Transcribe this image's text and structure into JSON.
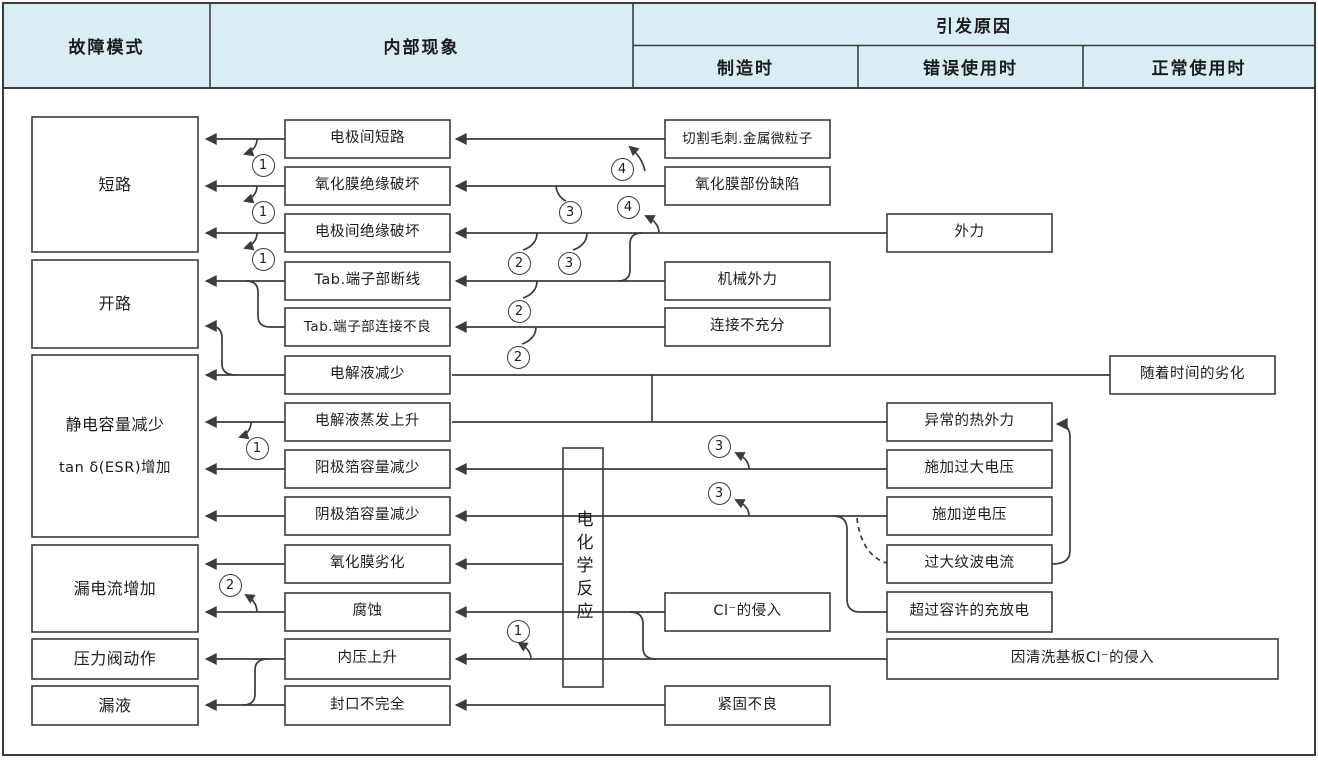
{
  "header": {
    "failure_mode": "故障模式",
    "internal": "内部现象",
    "cause": "引发原因",
    "manufacturing": "制造时",
    "misuse": "错误使用时",
    "normal": "正常使用时"
  },
  "failure_modes": {
    "short": "短路",
    "open": "开路",
    "cap_line1": "静电容量减少",
    "cap_line2": "tan δ(ESR)增加",
    "leak_current": "漏电流增加",
    "valve": "压力阀动作",
    "leak_liquid": "漏液"
  },
  "phenomena": {
    "p1": "电极间短路",
    "p2": "氧化膜绝缘破坏",
    "p3": "电极间绝缘破坏",
    "p4": "Tab.端子部断线",
    "p5": "Tab.端子部连接不良",
    "p6": "电解液减少",
    "p7": "电解液蒸发上升",
    "p8": "阳极箔容量减少",
    "p9": "阴极箔容量减少",
    "p10": "氧化膜劣化",
    "p11": "腐蚀",
    "p12": "内压上升",
    "p13": "封口不完全"
  },
  "hub": "电化学反应",
  "manufacturing_causes": {
    "m1": "切割毛刺.金属微粒子",
    "m2": "氧化膜部份缺陷",
    "m3": "机械外力",
    "m4": "连接不充分",
    "m5": "Cl⁻的侵入",
    "m6": "紧固不良"
  },
  "misuse_causes": {
    "u1": "外力",
    "u2": "异常的热外力",
    "u3": "施加过大电压",
    "u4": "施加逆电压",
    "u5": "过大纹波电流",
    "u6": "超过容许的充放电",
    "u7": "因清洗基板Cl⁻的侵入"
  },
  "normal_causes": {
    "n1": "随着时间的劣化"
  },
  "routes": {
    "r1": "1",
    "r2": "2",
    "r3": "3",
    "r4": "4"
  },
  "colors": {
    "header_bg": "#d9edf4",
    "line": "#3c3c3c"
  }
}
